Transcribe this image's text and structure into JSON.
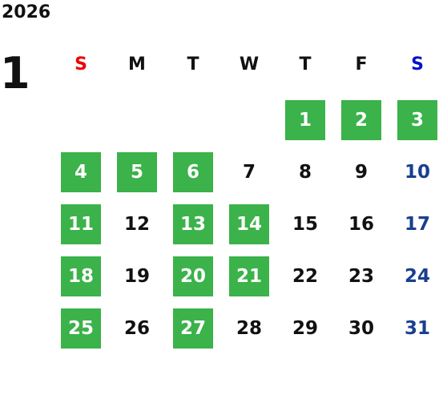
{
  "calendar": {
    "year": "2026",
    "month": "1",
    "weekdays": [
      {
        "label": "S",
        "color": "#ee0000"
      },
      {
        "label": "M",
        "color": "#111111"
      },
      {
        "label": "T",
        "color": "#111111"
      },
      {
        "label": "W",
        "color": "#111111"
      },
      {
        "label": "T",
        "color": "#111111"
      },
      {
        "label": "F",
        "color": "#111111"
      },
      {
        "label": "S",
        "color": "#0011cc"
      }
    ],
    "colors": {
      "highlight": "#3bb24a",
      "saturday_date": "#1a3f8f",
      "text": "#111111"
    },
    "weeks": [
      [
        null,
        null,
        null,
        null,
        {
          "day": "1",
          "hl": true
        },
        {
          "day": "2",
          "hl": true
        },
        {
          "day": "3",
          "hl": true
        }
      ],
      [
        {
          "day": "4",
          "hl": true
        },
        {
          "day": "5",
          "hl": true
        },
        {
          "day": "6",
          "hl": true
        },
        {
          "day": "7",
          "hl": false
        },
        {
          "day": "8",
          "hl": false
        },
        {
          "day": "9",
          "hl": false
        },
        {
          "day": "10",
          "hl": false
        }
      ],
      [
        {
          "day": "11",
          "hl": true
        },
        {
          "day": "12",
          "hl": false
        },
        {
          "day": "13",
          "hl": true
        },
        {
          "day": "14",
          "hl": true
        },
        {
          "day": "15",
          "hl": false
        },
        {
          "day": "16",
          "hl": false
        },
        {
          "day": "17",
          "hl": false
        }
      ],
      [
        {
          "day": "18",
          "hl": true
        },
        {
          "day": "19",
          "hl": false
        },
        {
          "day": "20",
          "hl": true
        },
        {
          "day": "21",
          "hl": true
        },
        {
          "day": "22",
          "hl": false
        },
        {
          "day": "23",
          "hl": false
        },
        {
          "day": "24",
          "hl": false
        }
      ],
      [
        {
          "day": "25",
          "hl": true
        },
        {
          "day": "26",
          "hl": false
        },
        {
          "day": "27",
          "hl": true
        },
        {
          "day": "28",
          "hl": false
        },
        {
          "day": "29",
          "hl": false
        },
        {
          "day": "30",
          "hl": false
        },
        {
          "day": "31",
          "hl": false
        }
      ]
    ]
  }
}
